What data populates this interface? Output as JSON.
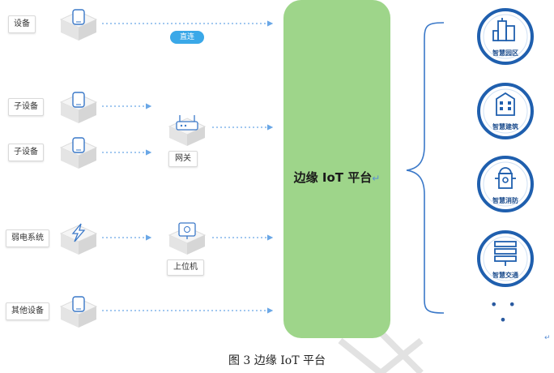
{
  "left_devices": [
    {
      "label": "设备"
    },
    {
      "label": "子设备"
    },
    {
      "label": "子设备"
    },
    {
      "label": "弱电系统"
    },
    {
      "label": "其他设备"
    }
  ],
  "direct_label": "直连",
  "gateway_label": "网关",
  "host_label": "上位机",
  "platform_title": "边缘 IoT 平台",
  "return_mark": "↵",
  "scenes": [
    {
      "label": "智慧园区",
      "icon": "city-buildings-icon"
    },
    {
      "label": "智慧建筑",
      "icon": "office-building-icon"
    },
    {
      "label": "智慧消防",
      "icon": "fire-hydrant-icon"
    },
    {
      "label": "智慧交通",
      "icon": "traffic-light-icon"
    }
  ],
  "ellipsis": "• • •",
  "caption": "图 3 边缘 IoT 平台",
  "edge_mark": "↵",
  "colors": {
    "platform": "#9ed58a",
    "accent_blue": "#3aa8e8",
    "circle_blue": "#1f5fae",
    "arrow": "#6aa7e6"
  }
}
